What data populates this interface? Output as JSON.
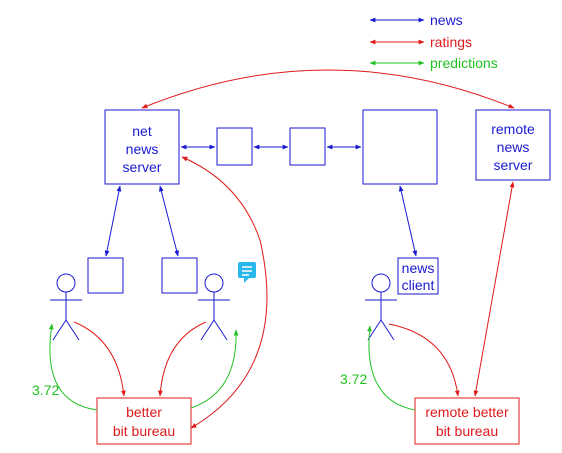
{
  "legend": {
    "news": "news",
    "ratings": "ratings",
    "predictions": "predictions"
  },
  "nodes": {
    "net_news_server": [
      "net",
      "news",
      "server"
    ],
    "remote_news_server": [
      "remote",
      "news",
      "server"
    ],
    "news_client": [
      "news",
      "client"
    ],
    "better_bit_bureau": [
      "better",
      "bit bureau"
    ],
    "remote_better_bit_bureau": [
      "remote better",
      "bit bureau"
    ]
  },
  "predictions": {
    "left": "3.72",
    "right": "3.72"
  },
  "colors": {
    "news": "#1a1ad2",
    "ratings": "#e01a1a",
    "predictions": "#22c222",
    "comment_icon": "#29b6e8"
  },
  "icons": {
    "comment": "comment-icon",
    "user": "user-stick-figure-icon"
  }
}
